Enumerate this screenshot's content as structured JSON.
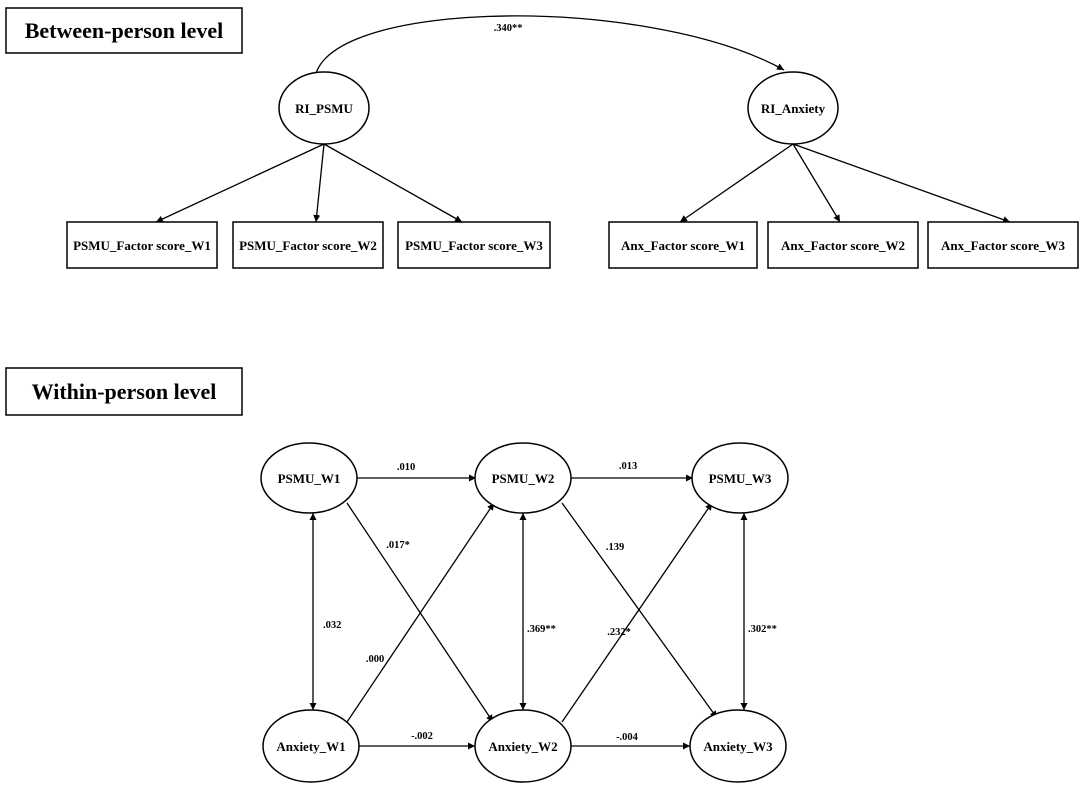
{
  "sections": {
    "between": "Between-person level",
    "within": "Within-person level"
  },
  "nodes": {
    "ri_psmu": "RI_PSMU",
    "ri_anxiety": "RI_Anxiety",
    "psmu_fs_w1": "PSMU_Factor score_W1",
    "psmu_fs_w2": "PSMU_Factor score_W2",
    "psmu_fs_w3": "PSMU_Factor score_W3",
    "anx_fs_w1": "Anx_Factor score_W1",
    "anx_fs_w2": "Anx_Factor score_W2",
    "anx_fs_w3": "Anx_Factor score_W3",
    "psmu_w1": "PSMU_W1",
    "psmu_w2": "PSMU_W2",
    "psmu_w3": "PSMU_W3",
    "anxiety_w1": "Anxiety_W1",
    "anxiety_w2": "Anxiety_W2",
    "anxiety_w3": "Anxiety_W3"
  },
  "edges": {
    "ri_cov": ".340**",
    "psmu_w1_w2": ".010",
    "psmu_w2_w3": ".013",
    "psmu_w1_anx_w2": ".017*",
    "psmu_w2_anx_w3": ".139",
    "cov_w1": ".032",
    "anx_w1_psmu_w2": ".000",
    "cov_w2": ".369**",
    "anx_w2_psmu_w3": ".232*",
    "cov_w3": ".302**",
    "anx_w1_w2": "-.002",
    "anx_w2_w3": "-.004"
  }
}
